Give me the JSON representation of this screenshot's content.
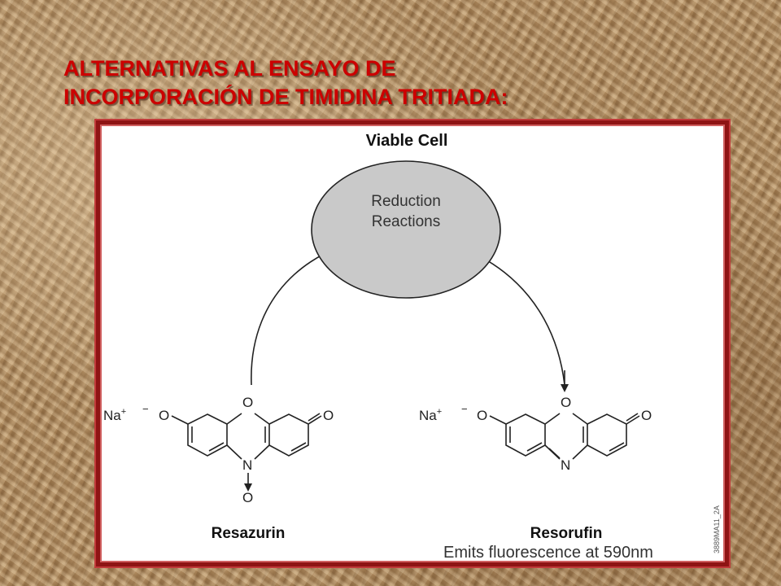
{
  "slide": {
    "title_line1": "ALTERNATIVAS AL ENSAYO DE",
    "title_line2": "INCORPORACIÓN DE TIMIDINA TRITIADA:"
  },
  "diagram": {
    "cell_label": "Viable Cell",
    "reaction_line1": "Reduction",
    "reaction_line2": "Reactions",
    "left_molecule": {
      "name": "Resazurin",
      "counterion": "Na",
      "counterion_charge": "+",
      "oxide_charge": "−",
      "atoms": {
        "O_phenolate": "O",
        "O_ring": "O",
        "O_keto": "O",
        "N_ring": "N",
        "O_n_oxide": "O"
      }
    },
    "right_molecule": {
      "name": "Resorufin",
      "counterion": "Na",
      "counterion_charge": "+",
      "oxide_charge": "−",
      "atoms": {
        "O_phenolate": "O",
        "O_ring": "O",
        "O_keto": "O",
        "N_ring": "N"
      }
    },
    "note": "Emits fluorescence at 590nm",
    "figure_code": "3889MA11_2A"
  },
  "colors": {
    "title": "#cc0000",
    "frame": "#8e1414",
    "cell_fill": "#c9c9c9",
    "ink": "#222222"
  }
}
